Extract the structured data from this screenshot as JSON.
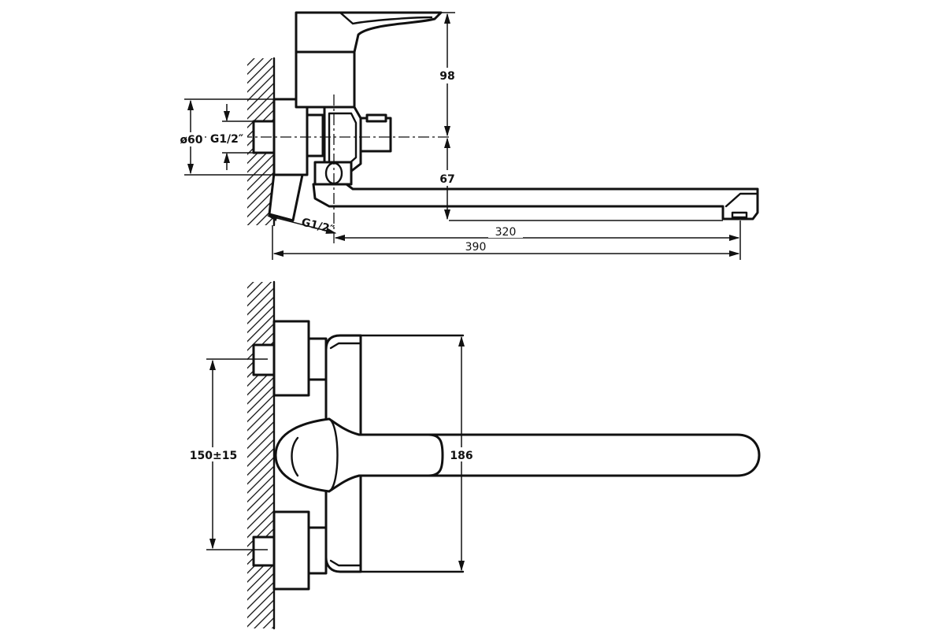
{
  "side_view": {
    "dim_height_top": "98",
    "dim_height_bottom": "67",
    "dim_diameter": "ø60",
    "dim_inlet_thread": "G1/2″",
    "dim_outlet_thread": "G1/2″",
    "dim_spout_reach": "320",
    "dim_overall_length": "390"
  },
  "top_view": {
    "dim_inlet_spacing": "150±15",
    "dim_body_width": "186"
  }
}
